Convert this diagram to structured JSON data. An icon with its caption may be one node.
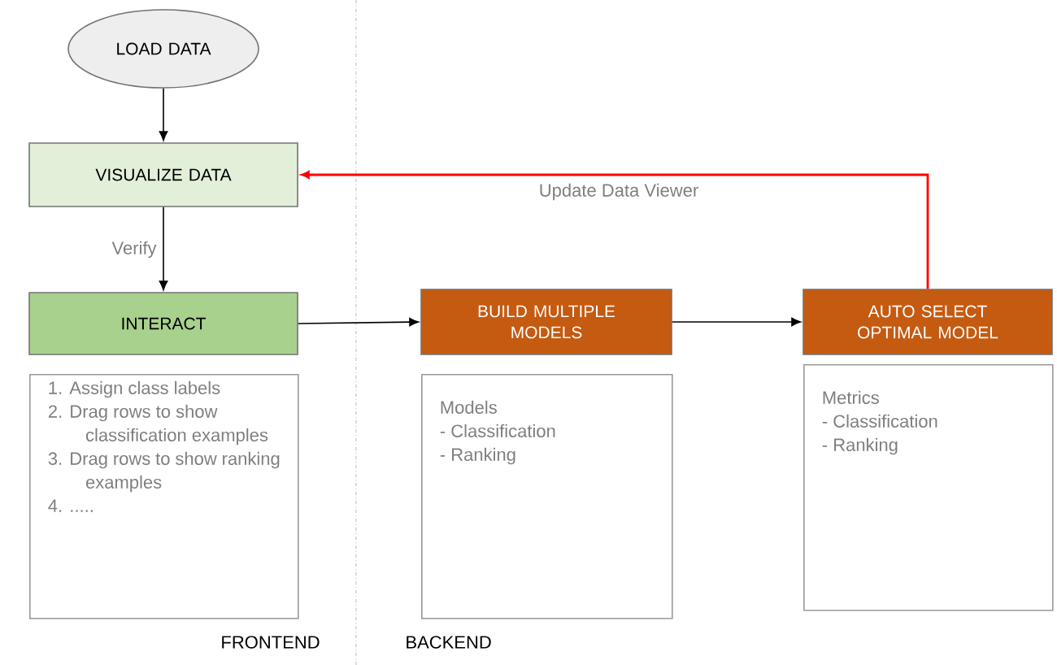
{
  "diagram": {
    "nodes": [
      {
        "text": [
          "LOAD DATA"
        ]
      },
      {
        "text": [
          "VISUALIZE DATA"
        ]
      },
      {
        "text": [
          "INTERACT"
        ]
      },
      {
        "text": [
          "1. Assign class labels",
          "2. Drag rows to show classification examples",
          "3. Drag rows to show ranking examples",
          "4. ....."
        ]
      },
      {
        "text": [
          "BUILD MULTIPLE MODELS"
        ]
      },
      {
        "text": [
          "Models",
          "- Classification",
          "- Ranking"
        ]
      },
      {
        "text": [
          "AUTO SELECT OPTIMAL MODEL"
        ]
      },
      {
        "text": [
          "Metrics",
          "- Classification",
          "- Ranking"
        ]
      }
    ],
    "edges": [
      {
        "from": 0,
        "to": 1,
        "arrow": "to"
      },
      {
        "from": 1,
        "to": 2,
        "arrow": "to",
        "label": "Verify"
      },
      {
        "from": 2,
        "to": 4,
        "arrow": "to"
      },
      {
        "from": 4,
        "to": 6,
        "arrow": "to"
      },
      {
        "from": 6,
        "to": 1,
        "arrow": "to",
        "label": "Update Data Viewer",
        "color": "#ff0000"
      }
    ],
    "labels": [
      "FRONTEND",
      "BACKEND"
    ]
  }
}
